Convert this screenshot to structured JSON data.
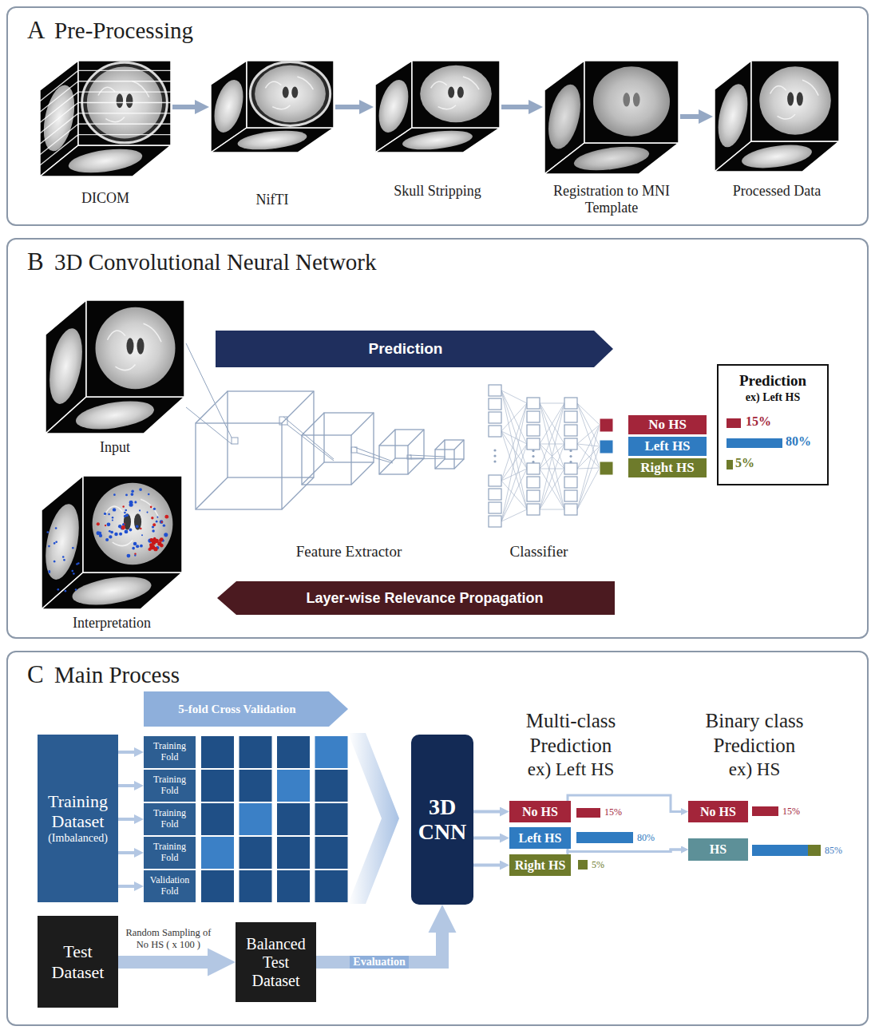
{
  "diagram": {
    "nodes": [
      {
        "text": [
          "A",
          "Pre-Processing"
        ]
      },
      {
        "text": [
          "DICOM"
        ],
        "in": 0
      },
      {
        "text": [
          "NifTI"
        ],
        "in": 0
      },
      {
        "text": [
          "Skull Stripping"
        ],
        "in": 0
      },
      {
        "text": [
          "Registration to MNI Template"
        ],
        "in": 0
      },
      {
        "text": [
          "Processed Data"
        ],
        "in": 0
      },
      {
        "text": [
          "B",
          "3D Convolutional Neural Network"
        ]
      },
      {
        "text": [
          "Input"
        ],
        "in": 6
      },
      {
        "text": [
          "Prediction"
        ],
        "in": 6
      },
      {
        "text": [
          "No HS"
        ],
        "in": 6
      },
      {
        "text": [
          "Left HS"
        ],
        "in": 6
      },
      {
        "text": [
          "Right HS"
        ],
        "in": 6
      },
      {
        "text": [
          "Prediction",
          "ex) Left HS",
          "15%",
          "80%",
          "5%"
        ],
        "in": 6
      },
      {
        "text": [
          "Interpretation"
        ],
        "in": 6
      },
      {
        "text": [
          "Layer-wise Relevance Propagation"
        ],
        "in": 6
      },
      {
        "text": [
          "C",
          "Main Process"
        ]
      },
      {
        "text": [
          "5-fold Cross Validation"
        ],
        "in": 15
      },
      {
        "text": [
          "Training Dataset",
          "(Imbalanced)"
        ],
        "in": 15
      },
      {
        "text": [
          "Training Fold"
        ],
        "in": 15
      },
      {
        "text": [
          "Training Fold"
        ],
        "in": 15
      },
      {
        "text": [
          "Training Fold"
        ],
        "in": 15
      },
      {
        "text": [
          "Training Fold"
        ],
        "in": 15
      },
      {
        "text": [
          "Validation Fold"
        ],
        "in": 15
      },
      {
        "text": [
          "3D CNN"
        ],
        "in": 15
      },
      {
        "text": [
          "Test Dataset"
        ],
        "in": 15
      },
      {
        "text": [
          "Balanced Test Dataset"
        ],
        "in": 15
      },
      {
        "text": [
          "No HS"
        ],
        "in": 15
      },
      {
        "text": [
          "Left HS"
        ],
        "in": 15
      },
      {
        "text": [
          "Right HS"
        ],
        "in": 15
      },
      {
        "text": [
          "No HS"
        ],
        "in": 15
      },
      {
        "text": [
          "HS"
        ],
        "in": 15
      }
    ],
    "edges": [
      {
        "from": 1,
        "to": 2,
        "arrow": "to"
      },
      {
        "from": 2,
        "to": 3,
        "arrow": "to"
      },
      {
        "from": 3,
        "to": 4,
        "arrow": "to"
      },
      {
        "from": 4,
        "to": 5,
        "arrow": "to"
      },
      {
        "from": 17,
        "to": 18,
        "arrow": "to"
      },
      {
        "from": 17,
        "to": 19,
        "arrow": "to"
      },
      {
        "from": 17,
        "to": 20,
        "arrow": "to"
      },
      {
        "from": 17,
        "to": 21,
        "arrow": "to"
      },
      {
        "from": 17,
        "to": 22,
        "arrow": "to"
      },
      {
        "from": 24,
        "to": 25,
        "label": "Random Sampling of No HS ( x 100 )",
        "arrow": "to"
      },
      {
        "from": 25,
        "to": 23,
        "label": "Evaluation",
        "arrow": "to"
      },
      {
        "from": 23,
        "to": 26,
        "arrow": "to"
      },
      {
        "from": 23,
        "to": 27,
        "arrow": "to"
      },
      {
        "from": 23,
        "to": 28,
        "arrow": "to"
      },
      {
        "from": 26,
        "to": 29,
        "arrow": "to"
      },
      {
        "from": 27,
        "to": 30,
        "arrow": "to"
      },
      {
        "from": 28,
        "to": 30,
        "arrow": "to"
      }
    ],
    "labels": [
      "Feature Extractor",
      "Classifier",
      "Multi-class",
      "Prediction",
      "ex) Left HS",
      "15%",
      "80%",
      "5%",
      "Binary class",
      "Prediction",
      "ex) HS",
      "15%",
      "85%"
    ]
  }
}
